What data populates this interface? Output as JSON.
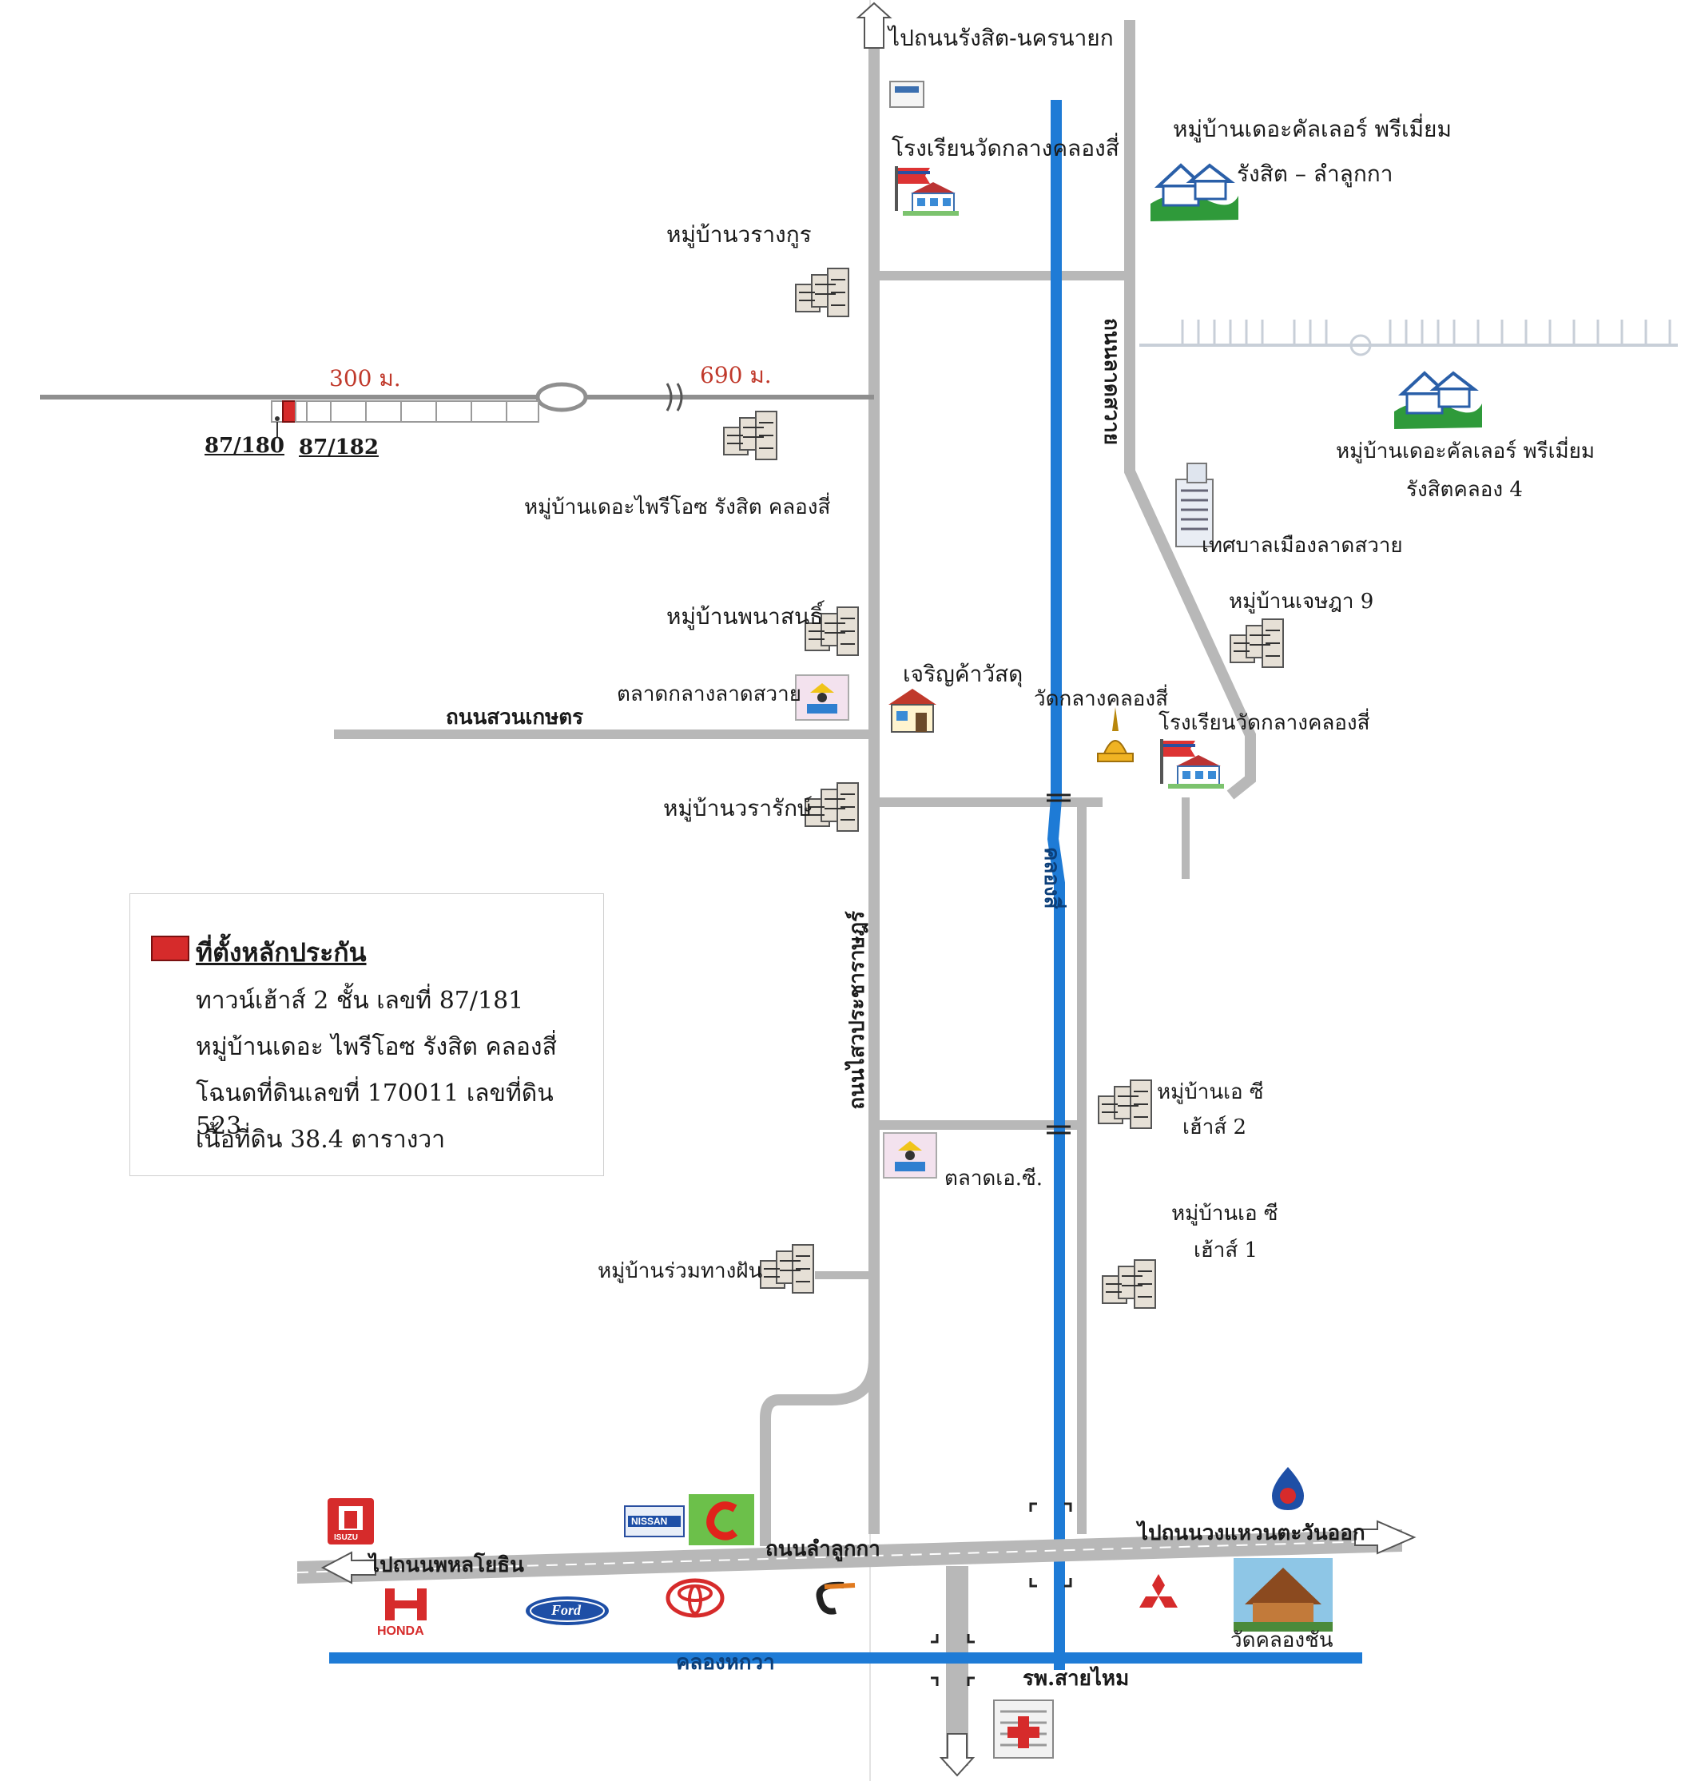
{
  "labels": {
    "to_rangsit_nakhonnayok": "ไปถนนรังสิต-นครนายก",
    "school_top": "โรงเรียนวัดกลางคลองสี่",
    "colour_premium_lamlukka_1": "หมู่บ้านเดอะคัลเลอร์ พรีเมี่ยม",
    "colour_premium_lamlukka_2": "รังสิต – ลำลูกกา",
    "wararngkul": "หมู่บ้านวรางกูร",
    "dist_300": "300 ม.",
    "dist_690": "690 ม.",
    "lot_180": "87/180",
    "lot_182": "87/182",
    "the_prio": "หมู่บ้านเดอะไพรีโอซ รังสิต คลองสี่",
    "colour_premium_k4_1": "หมู่บ้านเดอะคัลเลอร์ พรีเมี่ยม",
    "colour_premium_k4_2": "รังสิตคลอง 4",
    "municipality": "เทศบาลเมืองลาดสวาย",
    "chettha9": "หมู่บ้านเจษฎา 9",
    "phanasan": "หมู่บ้านพนาสนธิ์",
    "charoenka": "เจริญค้าวัสดุ",
    "market_ladsawai": "ตลาดกลางลาดสวาย",
    "road_suankaset": "ถนนสวนเกษตร",
    "wat_klang": "วัดกลางคลองสี่",
    "school_mid": "โรงเรียนวัดกลางคลองสี่",
    "wararak": "หมู่บ้านวรารักษ์",
    "road_ladsawai": "ถนนลาดสวาย",
    "road_saiprachathipat": "ถนนไสวประชาราษฎร์",
    "canal_4": "คลองสี่",
    "ac_house_2_1": "หมู่บ้านเอ ซี",
    "ac_house_2_2": "เฮ้าส์ 2",
    "market_ac": "ตลาดเอ.ซี.",
    "ac_house_1_1": "หมู่บ้านเอ ซี",
    "ac_house_1_2": "เฮ้าส์ 1",
    "ruamtangfan": "หมู่บ้านร่วมทางฝัน",
    "to_outer_ring_east": "ไปถนนวงแหวนตะวันออก",
    "to_phahonyothin": "ไปถนนพหลโยธิน",
    "road_lamlukka": "ถนนลำลูกกา",
    "wat_khlong_chan": "วัดคลองชัน",
    "canal_hok_wa": "คลองหกวา",
    "saimai_hospital": "รพ.สายไหม"
  },
  "legend": {
    "title": "ที่ตั้งหลักประกัน",
    "line1": "ทาวน์เฮ้าส์ 2 ชั้น  เลขที่ 87/181",
    "line2": "หมู่บ้านเดอะ ไพรีโอซ รังสิต คลองสี่",
    "line3": "โฉนดที่ดินเลขที่ 170011 เลขที่ดิน 523",
    "line4": "เนื้อที่ดิน 38.4 ตารางวา"
  },
  "brands": {
    "isuzu": "ISUZU",
    "nissan": "NISSAN",
    "honda": "HONDA",
    "ford": "Ford"
  },
  "colors": {
    "road": "#b8b8b8",
    "road_edge": "#9a9a9a",
    "canal": "#1e7bd6",
    "marker": "#d62b2b",
    "distance_text": "#c0392b"
  },
  "icons": [
    "school-icon",
    "house-village-icon",
    "townhouse-cluster-icon",
    "market-icon",
    "shop-icon",
    "temple-icon",
    "office-building-icon",
    "hospital-icon",
    "gas-station-icon",
    "temple-photo-icon"
  ]
}
